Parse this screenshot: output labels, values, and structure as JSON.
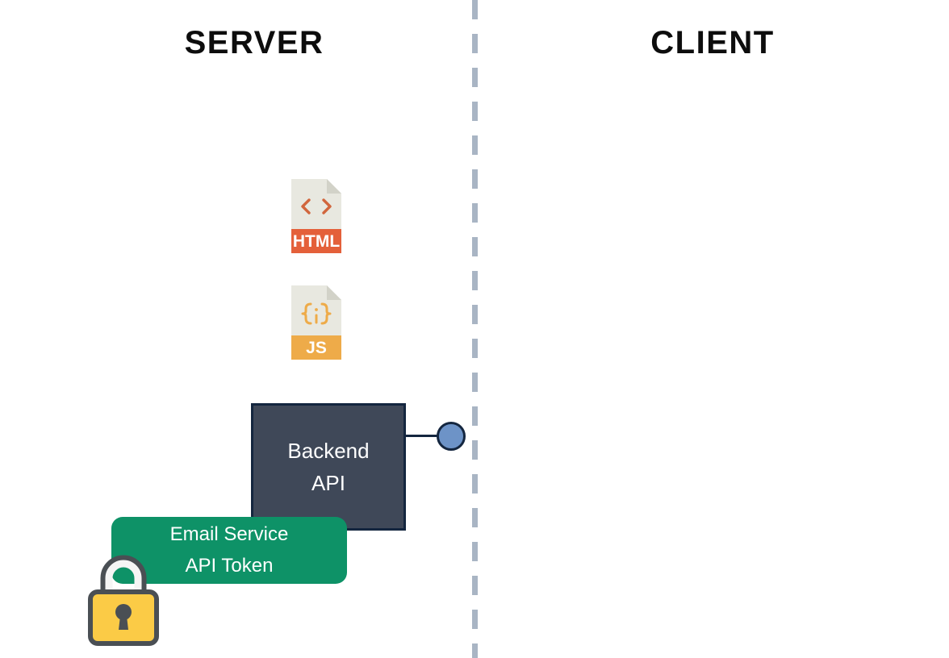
{
  "diagram": {
    "title_left": "SERVER",
    "title_right": "CLIENT",
    "divider": {
      "name": "trust-boundary",
      "style": "dashed",
      "color": "#a9b5c4"
    }
  },
  "server_zone": {
    "assets": [
      {
        "id": "html-file",
        "label": "HTML",
        "glyph": "< >",
        "band_color": "#e4603a",
        "body_color": "#e8e8e0",
        "glyph_color": "#d1663d"
      },
      {
        "id": "js-file",
        "label": "JS",
        "glyph": "{ ; }",
        "band_color": "#eeab49",
        "body_color": "#e8e8e0",
        "glyph_color": "#eeab49"
      }
    ],
    "backend": {
      "label": "Backend\nAPI",
      "fill_color": "#3f4858",
      "border_color": "#14263f"
    },
    "connector": {
      "name": "api-endpoint",
      "dot_color": "#6d93c7",
      "line_color": "#14263f"
    },
    "secret": {
      "label": "Email Service\nAPI Token",
      "fill_color": "#0e9267",
      "lock_body_color": "#fbcb46",
      "lock_outline_color": "#4a4f54",
      "lock_shackle_color": "#f5f5f5"
    }
  },
  "client_zone": {
    "contents": []
  }
}
